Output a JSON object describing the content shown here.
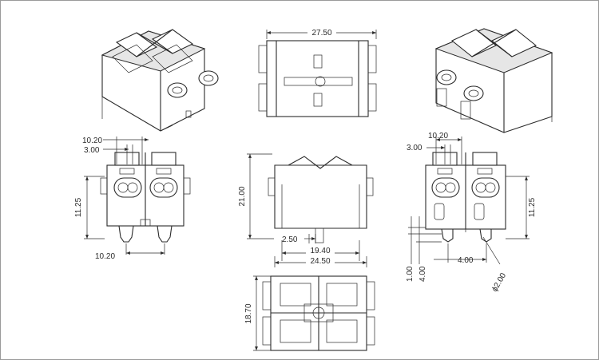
{
  "dimensions": {
    "top_width": "27.50",
    "front_pitch_a": "10.20",
    "front_slot": "3.00",
    "front_height": "11.25",
    "front_pitch_b": "10.20",
    "side_height": "21.00",
    "side_offset": "2.50",
    "side_inner": "19.40",
    "side_width": "24.50",
    "bottom_depth": "18.70",
    "rear_pitch": "10.20",
    "rear_slot": "3.00",
    "rear_height": "11.25",
    "rear_pin_a": "1.00",
    "rear_pin_b": "4.00",
    "rear_pin_c": "4.00",
    "rear_hole": "ϕ2.00"
  },
  "colors": {
    "line": "#2b2b2b",
    "fill_light": "#e6e6e6",
    "background": "#ffffff",
    "border": "#9a9a9a"
  }
}
